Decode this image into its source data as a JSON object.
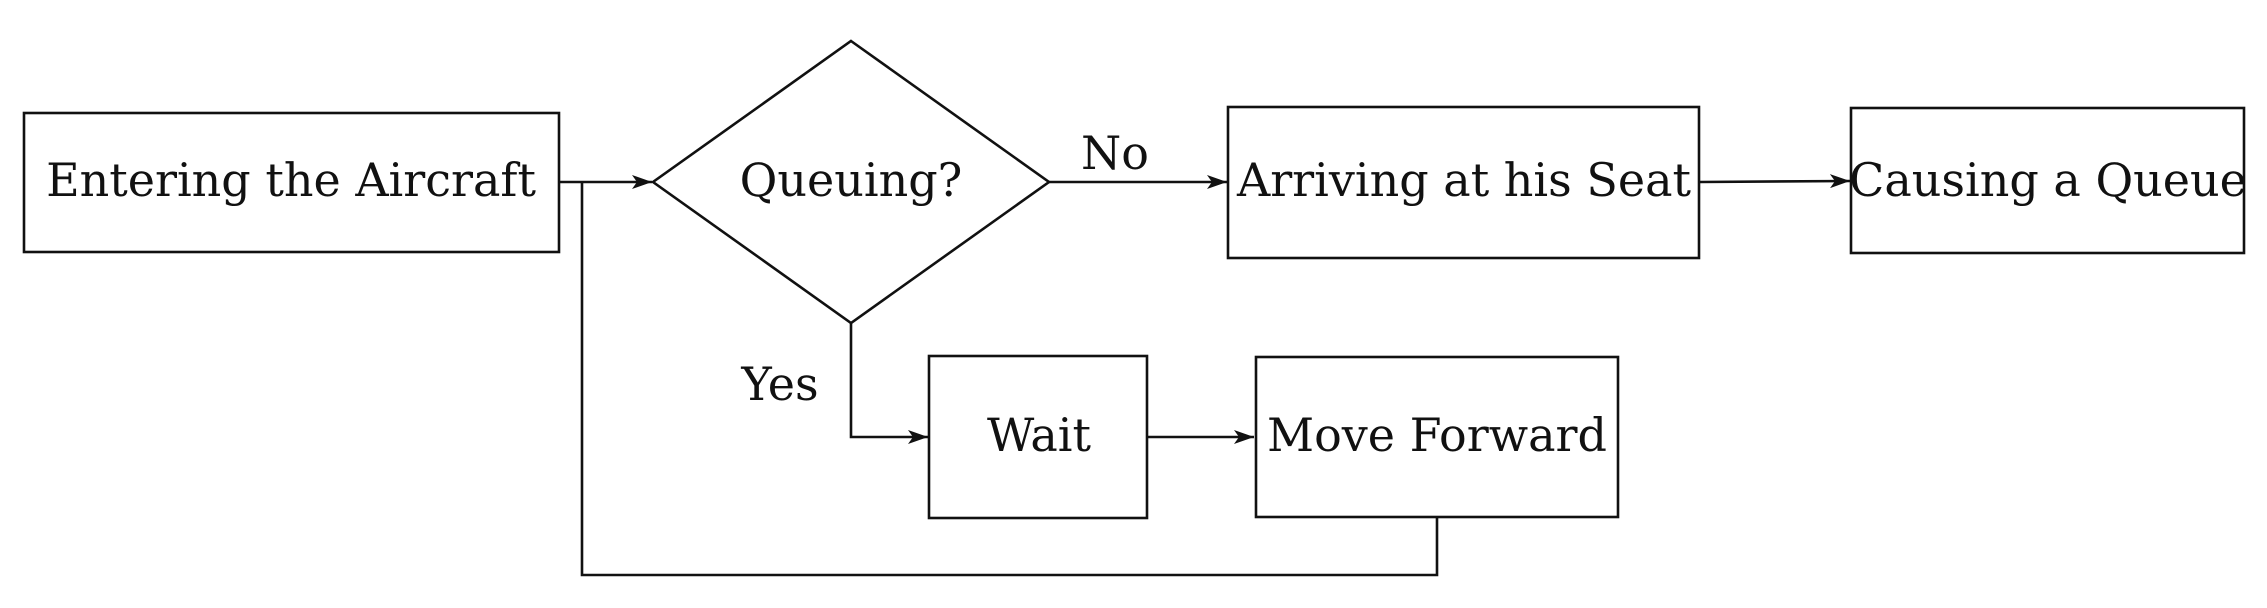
{
  "nodes": {
    "entering": "Entering the Aircraft",
    "queuing": "Queuing?",
    "arriving": "Arriving at his Seat",
    "causing": "Causing a Queue",
    "wait": "Wait",
    "move_forward": "Move Forward"
  },
  "edge_labels": {
    "no": "No",
    "yes": "Yes"
  },
  "colors": {
    "stroke": "#111111",
    "background": "#ffffff"
  }
}
